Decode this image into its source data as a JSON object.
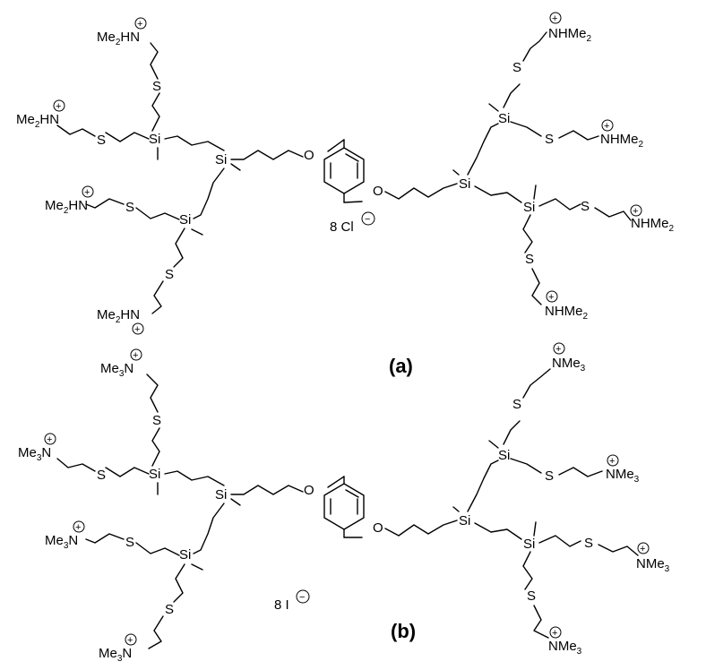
{
  "panels": {
    "a": {
      "label": "(a)",
      "counterion_count": "8 Cl",
      "charge_plus": "+",
      "charge_minus": "−",
      "silicon": "Si",
      "sulfur": "S",
      "oxygen": "O",
      "amine_left": "Me",
      "amine_left_sub": "2",
      "amine_left_tail": "HN",
      "amine_right_head": "NHMe",
      "amine_right_sub": "2"
    },
    "b": {
      "label": "(b)",
      "counterion_count": "8 I",
      "charge_plus": "+",
      "charge_minus": "−",
      "silicon": "Si",
      "sulfur": "S",
      "oxygen": "O",
      "amine_left": "Me",
      "amine_left_sub": "3",
      "amine_left_tail": "N",
      "amine_right_head": "NMe",
      "amine_right_sub": "3"
    }
  }
}
